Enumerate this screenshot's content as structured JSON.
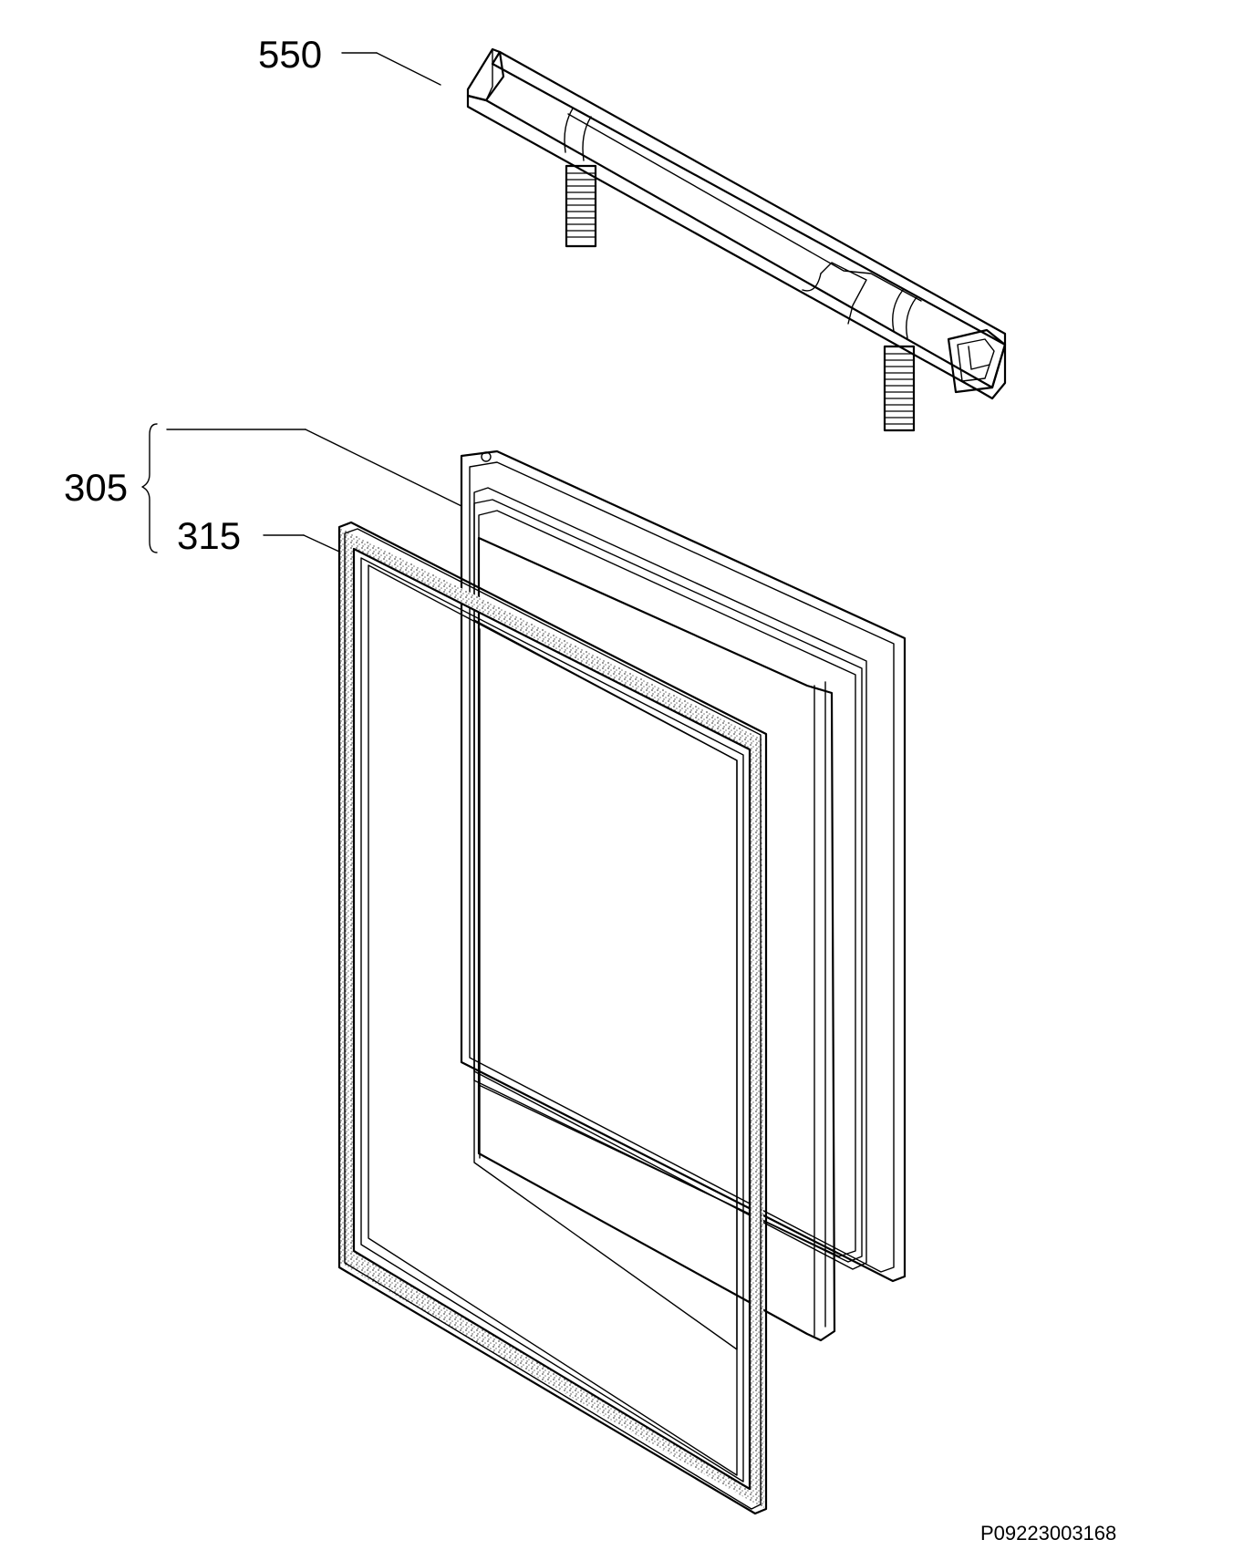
{
  "callouts": {
    "handle": "550",
    "door_assembly": "305",
    "gasket": "315"
  },
  "drawing_code": "P09223003168",
  "colors": {
    "ink": "#000000",
    "paper": "#ffffff",
    "gasket_speckle": "#555555"
  }
}
